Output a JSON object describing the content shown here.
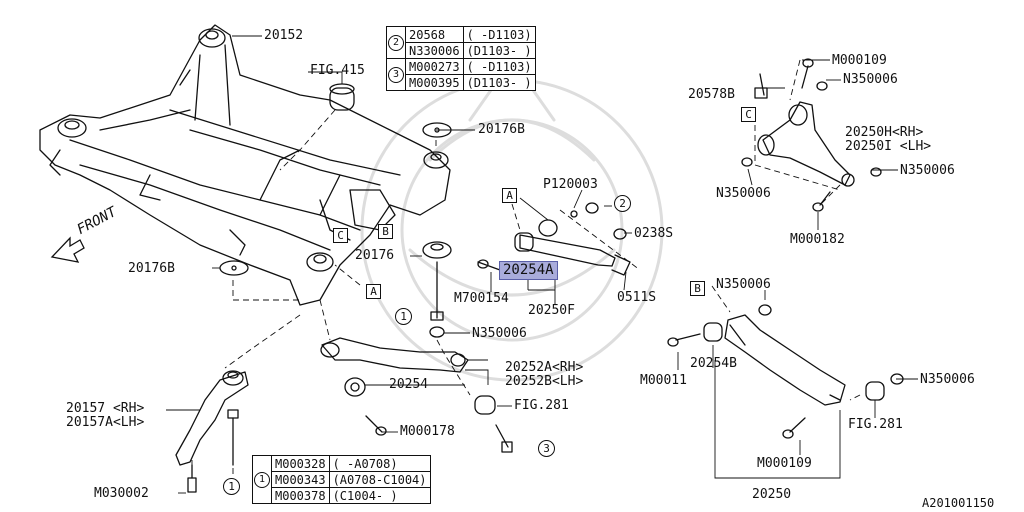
{
  "colors": {
    "line": "#111111",
    "highlight": "#a9acdb",
    "watermark": "#dddddd"
  },
  "front_label": "FRONT",
  "labels": {
    "p20152": "20152",
    "fig415": "FIG.415",
    "p20176B_top": "20176B",
    "p20176": "20176",
    "p20176B_left": "20176B",
    "p20157": "20157 <RH>",
    "p20157A": "20157A<LH>",
    "m030002": "M030002",
    "n350006_mid": "N350006",
    "p20252A": "20252A<RH>",
    "p20252B": "20252B<LH>",
    "p20254": "20254",
    "m000178": "M000178",
    "fig281_mid": "FIG.281",
    "p120003": "P120003",
    "p0238s": "0238S",
    "p20254A": "20254A",
    "m700154": "M700154",
    "p20250F": "20250F",
    "p0511s": "0511S",
    "m000109_top": "M000109",
    "p20578B": "20578B",
    "n350006_tr": "N350006",
    "p20250H": "20250H<RH>",
    "p20250I": "20250I <LH>",
    "n350006_rl": "N350006",
    "n350006_rr": "N350006",
    "m000182": "M000182",
    "n350006_b": "N350006",
    "m00011": "M00011",
    "p20254B": "20254B",
    "n350006_br": "N350006",
    "fig281_r": "FIG.281",
    "m000109_b": "M000109",
    "p20250": "20250",
    "code": "A201001150"
  },
  "refs": {
    "box_A": "A",
    "box_B": "B",
    "box_C": "C",
    "circle_1": "1",
    "circle_2": "2",
    "circle_3": "3"
  },
  "table_top": {
    "rows": [
      {
        "key": "2",
        "part": "20568",
        "range": "( -D1103)"
      },
      {
        "key": "",
        "part": "N330006",
        "range": "(D1103- )"
      },
      {
        "key": "3",
        "part": "M000273",
        "range": "( -D1103)"
      },
      {
        "key": "",
        "part": "M000395",
        "range": "(D1103- )"
      }
    ]
  },
  "table_bottom": {
    "key": "1",
    "rows": [
      {
        "part": "M000328",
        "range": "( -A0708)"
      },
      {
        "part": "M000343",
        "range": "(A0708-C1004)"
      },
      {
        "part": "M000378",
        "range": "(C1004- )"
      }
    ]
  }
}
